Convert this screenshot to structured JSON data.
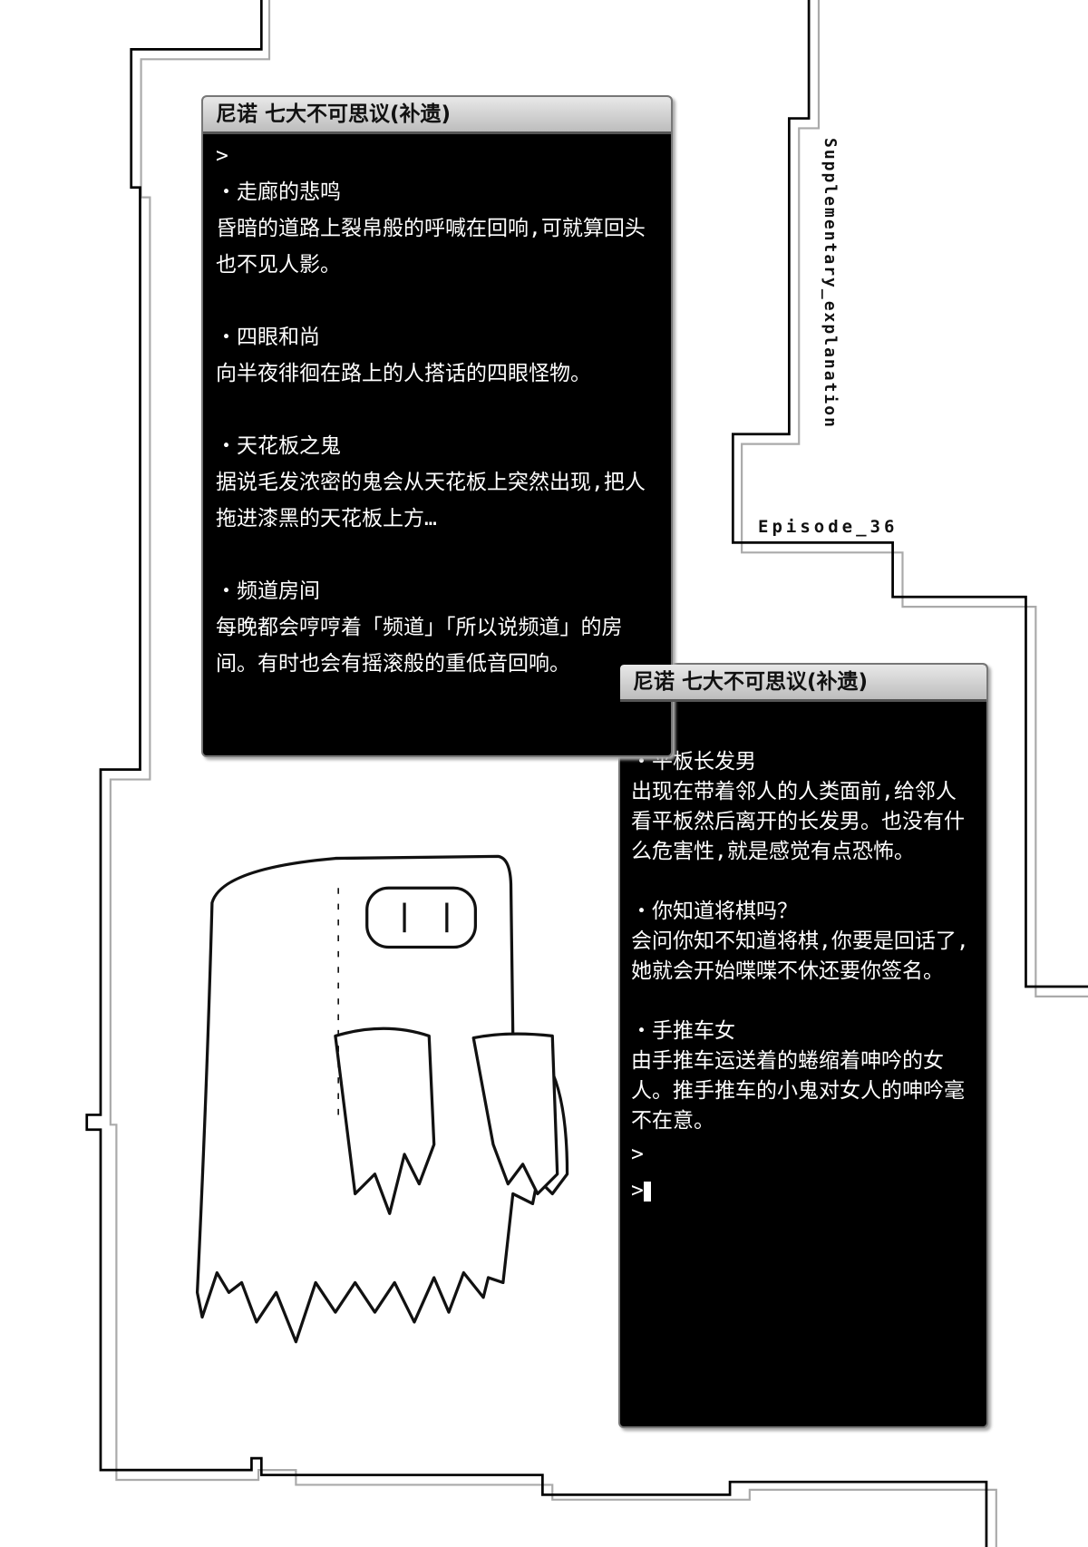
{
  "side_label": "Supplementary_explanation",
  "episode": "Episode_36",
  "box1": {
    "title": "尼诺 七大不可思议(补遗)",
    "prompt": ">",
    "entries": [
      {
        "heading": "・走廊的悲鸣",
        "text": "昏暗的道路上裂帛般的呼喊在回响,可就算回头也不见人影。"
      },
      {
        "heading": "・四眼和尚",
        "text": "向半夜徘徊在路上的人搭话的四眼怪物。"
      },
      {
        "heading": "・天花板之鬼",
        "text": "据说毛发浓密的鬼会从天花板上突然出现,把人拖进漆黑的天花板上方…"
      },
      {
        "heading": "・频道房间",
        "text": "每晚都会哼哼着「频道」「所以说频道」的房间。有时也会有摇滚般的重低音回响。"
      }
    ]
  },
  "box2": {
    "title": "尼诺 七大不可思议(补遗)",
    "entries": [
      {
        "heading": "・平板长发男",
        "text": "出现在带着邻人的人类面前,给邻人看平板然后离开的长发男。也没有什么危害性,就是感觉有点恐怖。"
      },
      {
        "heading": "・你知道将棋吗？",
        "text": "会问你知不知道将棋,你要是回话了,她就会开始喋喋不休还要你签名。"
      },
      {
        "heading": "・手推车女",
        "text": "由手推车运送着的蜷缩着呻吟的女人。推手推车的小鬼对女人的呻吟毫不在意。"
      }
    ],
    "prompt1": ">",
    "prompt2": ">"
  }
}
